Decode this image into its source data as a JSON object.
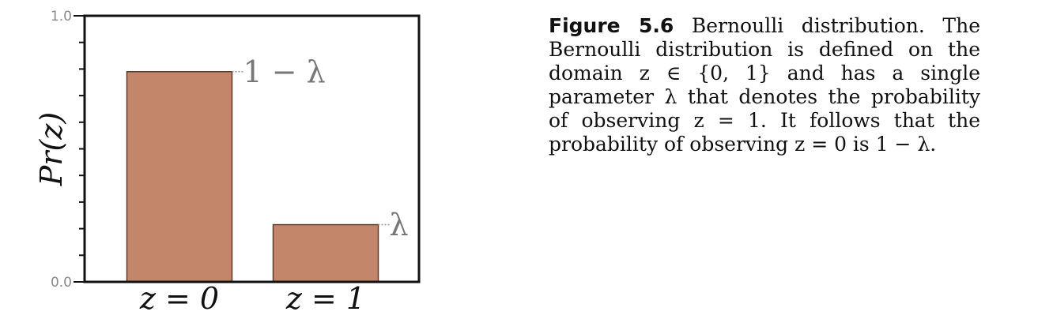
{
  "chart_data": {
    "type": "bar",
    "categories": [
      "z = 0",
      "z = 1"
    ],
    "values": [
      0.79,
      0.215
    ],
    "ylabel": "Pr(z)",
    "xlabel": "",
    "ylim": [
      0.0,
      1.0
    ],
    "y_tick_labels": [
      "0.0",
      "1.0"
    ],
    "bar_color": "#c4866a",
    "bar_edge_color": "#5a3a2a",
    "annotations": [
      "1 − λ",
      "λ"
    ],
    "grid": false
  },
  "caption": {
    "label": "Figure 5.6",
    "text": "Bernoulli distribution. The Bernoulli distribution is defined on the domain z ∈ {0, 1} and has a single parameter λ that denotes the probability of observing z = 1. It follows that the probability of observing z = 0 is 1 − λ."
  }
}
